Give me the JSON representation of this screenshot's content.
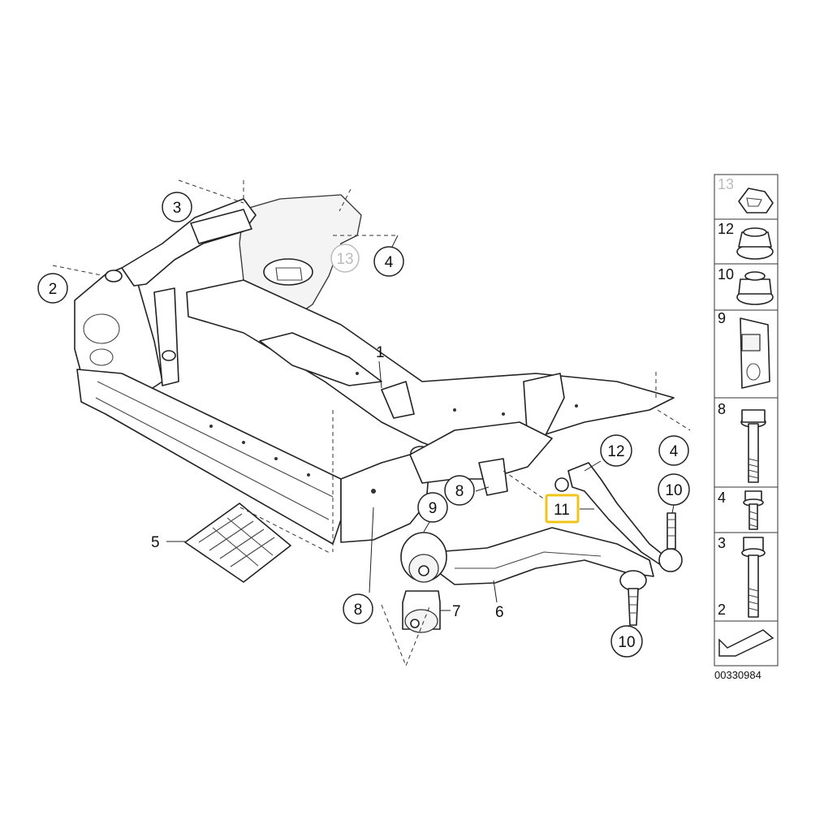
{
  "callouts": {
    "c1": "1",
    "c2": "2",
    "c3": "3",
    "c4a": "4",
    "c4b": "4",
    "c5": "5",
    "c6": "6",
    "c7": "7",
    "c8a": "8",
    "c8b": "8",
    "c9": "9",
    "c10a": "10",
    "c10b": "10",
    "c11": "11",
    "c12": "12",
    "c13": "13"
  },
  "highlight_color": "#f0c419",
  "side_panel": {
    "items": [
      {
        "number": "13",
        "icon": "clip-nut-icon"
      },
      {
        "number": "12",
        "icon": "flange-nut-icon"
      },
      {
        "number": "10",
        "icon": "self-locking-nut-icon"
      },
      {
        "number": "9",
        "icon": "bracket-icon"
      },
      {
        "number": "8",
        "icon": "long-bolt-icon"
      },
      {
        "number": "4",
        "icon": "short-bolt-icon"
      },
      {
        "number": "3",
        "icon": "bolt-icon"
      },
      {
        "number": "2",
        "icon": "bolt-icon"
      }
    ],
    "code": "00330984"
  }
}
